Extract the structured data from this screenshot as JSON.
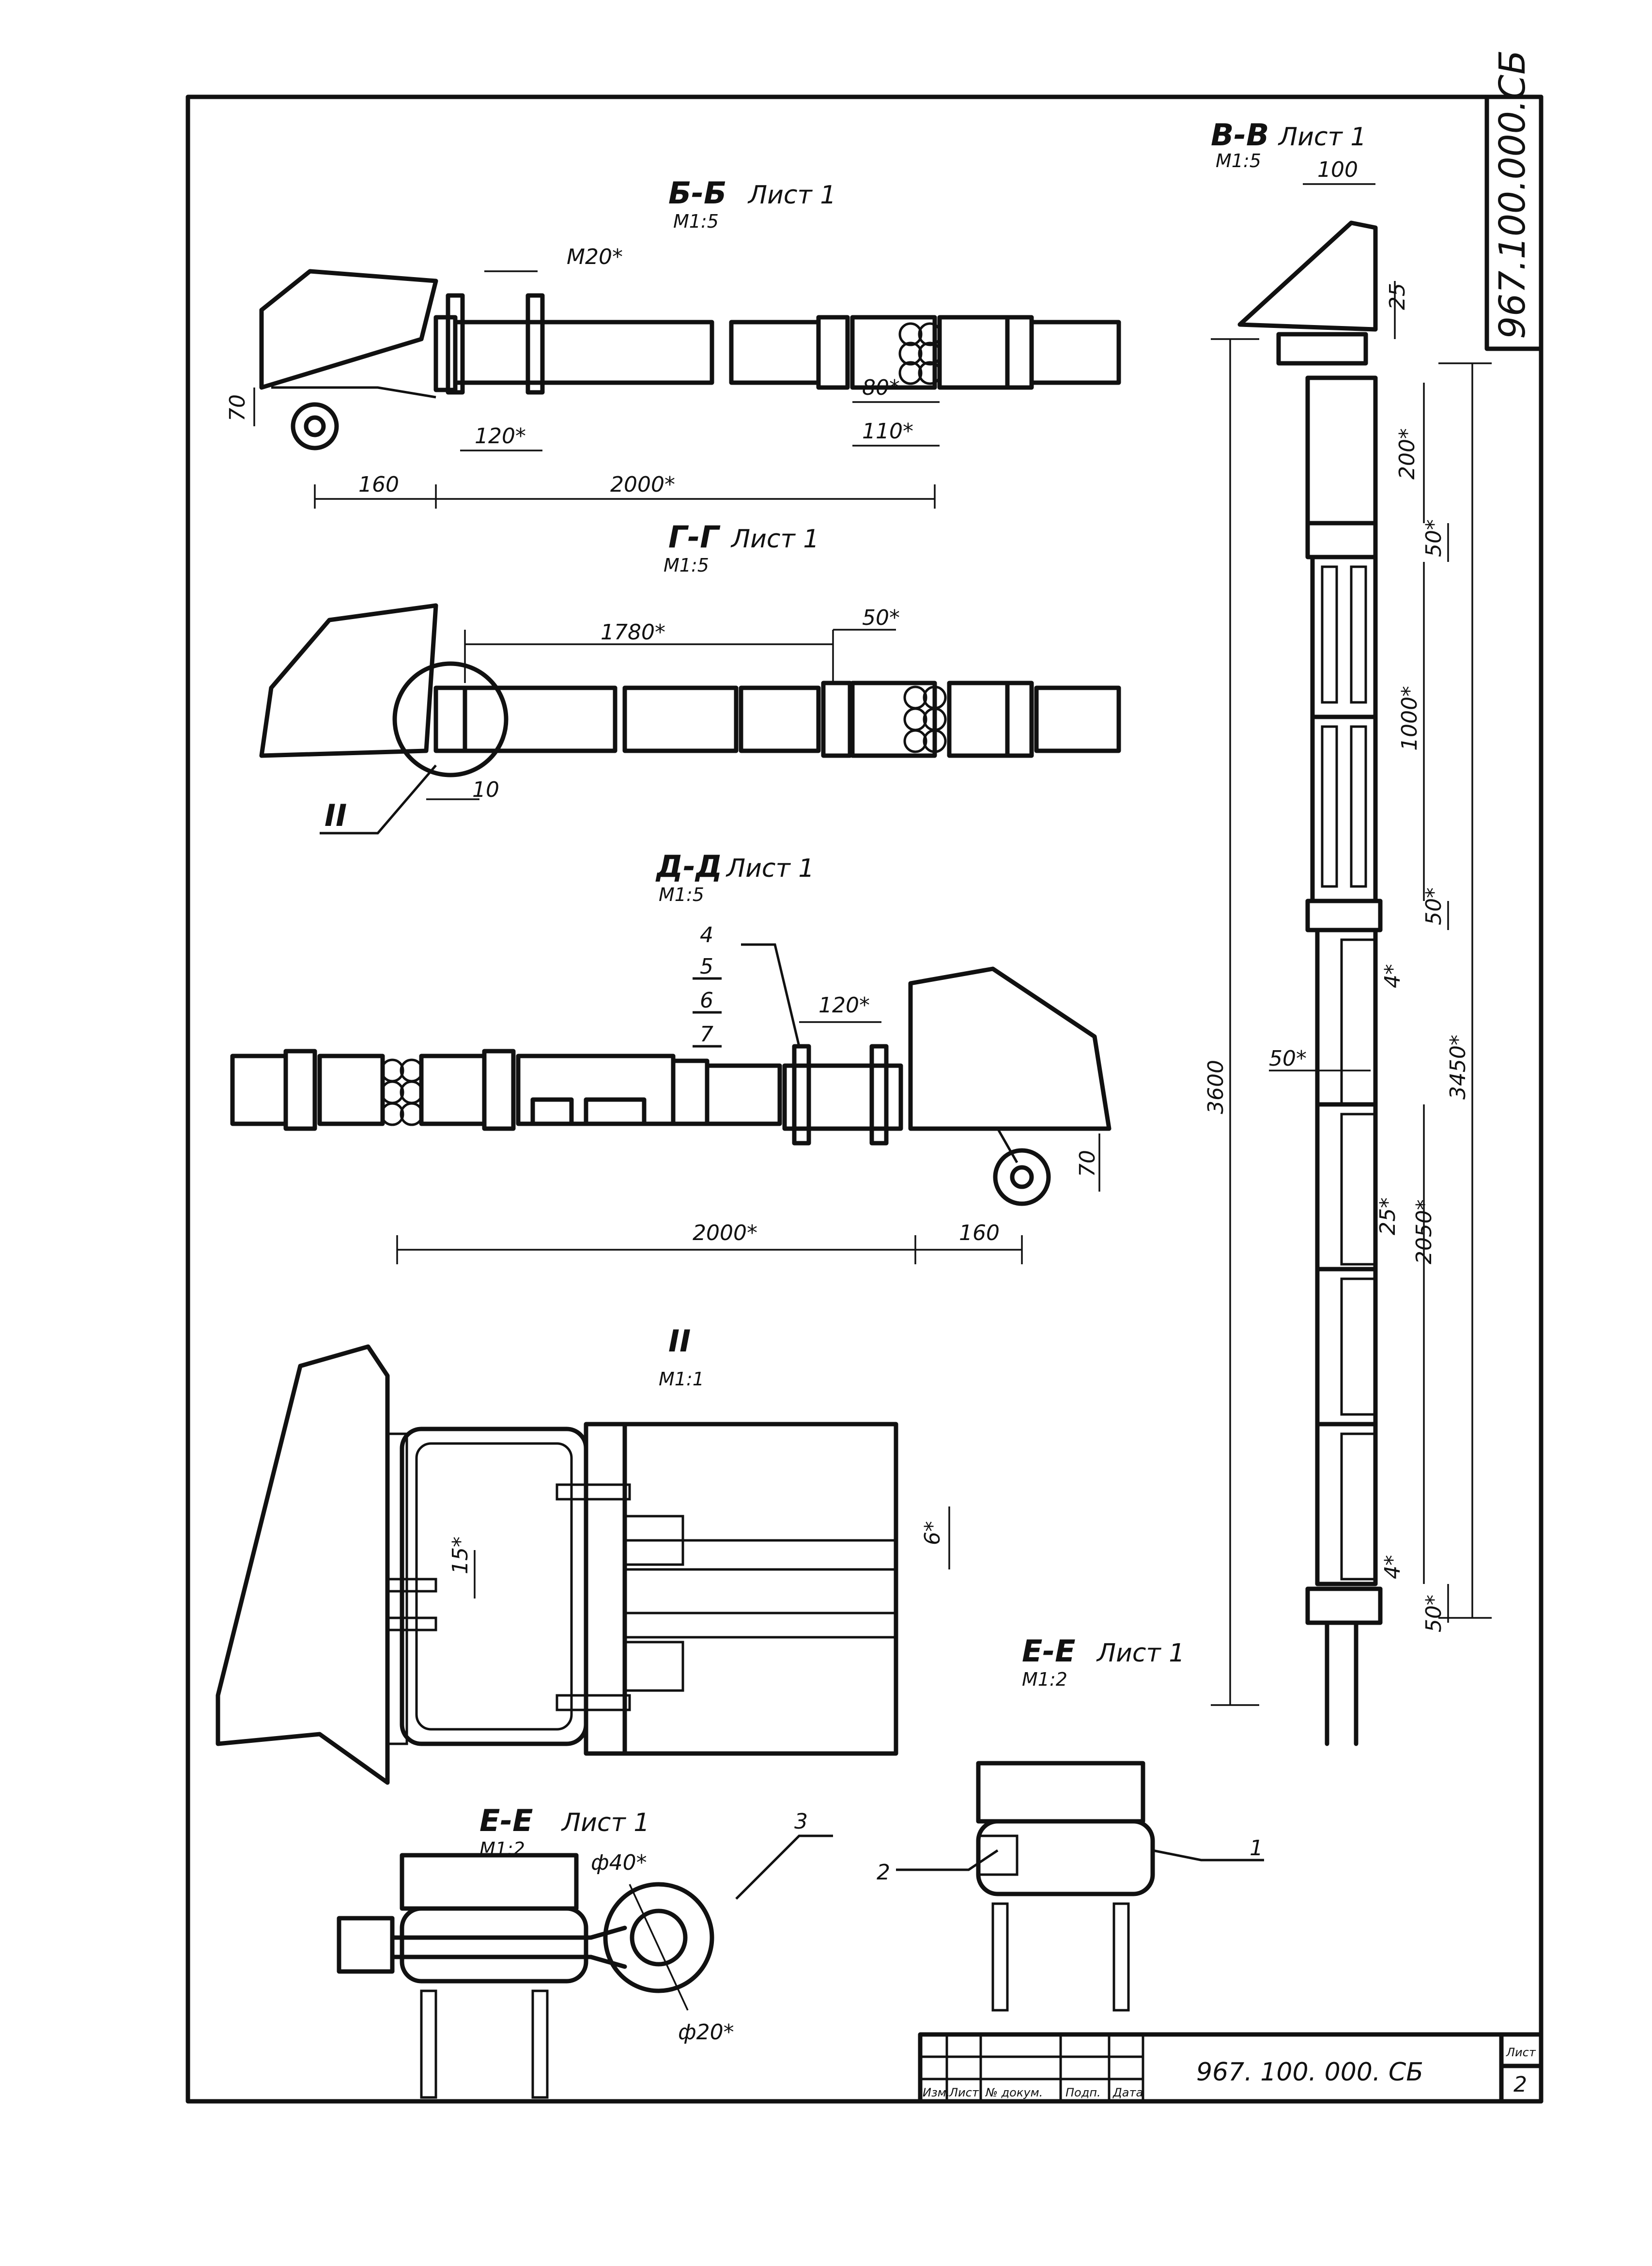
{
  "document_code": "967.100.000.СБ",
  "title_block": {
    "code": "967. 100. 000. СБ",
    "sheet_label": "Лист",
    "sheet_number": "2",
    "headers": [
      "Изм.",
      "Лист",
      "№ докум.",
      "Подп.",
      "Дата"
    ]
  },
  "sections": {
    "bb": {
      "title": "Б-Б",
      "sheet": "Лист 1",
      "scale": "М1:5"
    },
    "gg": {
      "title": "Г-Г",
      "sheet": "Лист 1",
      "scale": "М1:5"
    },
    "dd": {
      "title": "Д-Д",
      "sheet": "Лист 1",
      "scale": "М1:5"
    },
    "vv": {
      "title": "В-В",
      "sheet": "Лист 1",
      "scale": "М1:5"
    },
    "detail": {
      "title": "II",
      "scale": "М1:1"
    },
    "ee_left": {
      "title": "Е-Е",
      "sheet": "Лист 1",
      "scale": "М1:2"
    },
    "ee_right": {
      "title": "Е-Е",
      "sheet": "Лист 1",
      "scale": "М1:2"
    }
  },
  "dimensions": {
    "bb": [
      "М20*",
      "70",
      "120*",
      "80*",
      "110*",
      "160",
      "2000*"
    ],
    "gg": [
      "1780*",
      "50*",
      "10"
    ],
    "dd": [
      "120*",
      "70",
      "2000*",
      "160"
    ],
    "vv": [
      "100",
      "25",
      "200*",
      "50*",
      "1000*",
      "50*",
      "4*",
      "50*",
      "3450*",
      "3600",
      "25*",
      "2050*",
      "4*",
      "50*"
    ],
    "detail": [
      "15*",
      "6*"
    ],
    "ee": [
      "ф40*",
      "ф20*"
    ]
  },
  "detail_marker": "II",
  "positions": [
    "4",
    "5",
    "6",
    "7"
  ],
  "ee_left_positions": [
    "3"
  ],
  "ee_right_positions": [
    "2",
    "1"
  ]
}
